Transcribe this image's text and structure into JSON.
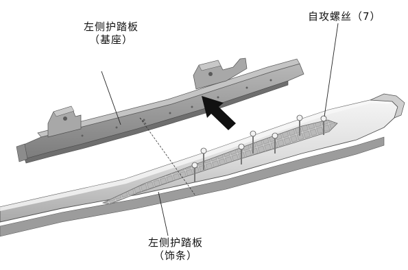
{
  "labels": {
    "base": {
      "line1": "左侧护踏板",
      "line2": "（基座）"
    },
    "trim": {
      "line1": "左侧护踏板",
      "line2": "（饰条）"
    },
    "screw": "自攻螺丝（7）"
  },
  "colors": {
    "base_bracket": "#9a9a9a",
    "trim_board": "#dcdcdc",
    "trim_shadow": "#9c9c9c",
    "leader": "#222222",
    "arrow": "#111111"
  },
  "screw_count": 7
}
